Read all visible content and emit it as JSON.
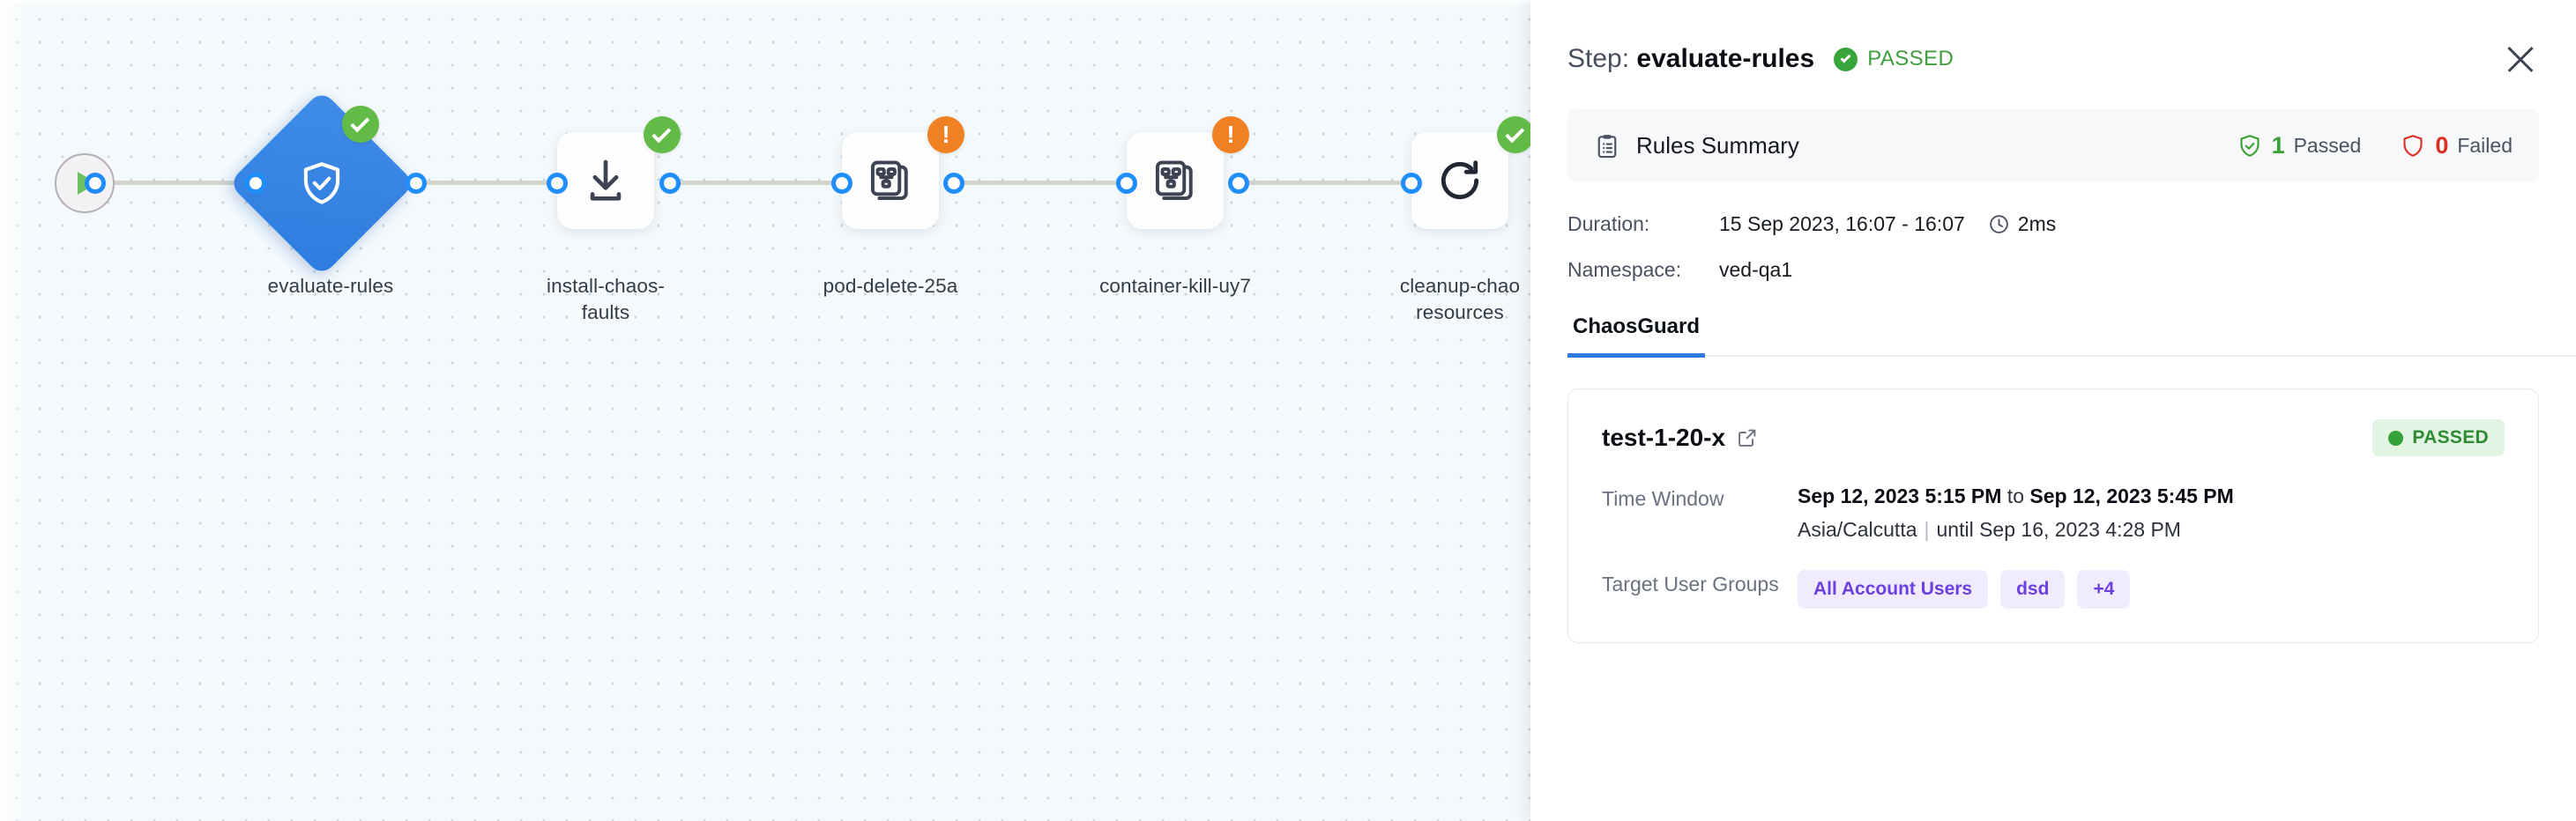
{
  "canvas": {
    "start_node": {
      "icon": "play-icon",
      "label": ""
    },
    "nodes": [
      {
        "id": "evaluate-rules",
        "label": "evaluate-rules",
        "shape": "diamond",
        "icon": "shield-check-icon",
        "status": "ok",
        "selected": true
      },
      {
        "id": "install-chaos-faults",
        "label": "install-chaos-\nfaults",
        "shape": "square",
        "icon": "download-icon",
        "status": "ok",
        "selected": false
      },
      {
        "id": "pod-delete-25a",
        "label": "pod-delete-25a",
        "shape": "square",
        "icon": "chaos-experiment-icon",
        "status": "warn",
        "selected": false
      },
      {
        "id": "container-kill-uy7",
        "label": "container-kill-uy7",
        "shape": "square",
        "icon": "chaos-experiment-icon",
        "status": "warn",
        "selected": false
      },
      {
        "id": "cleanup-chaos-resources",
        "label": "cleanup-chao\nresources",
        "shape": "square",
        "icon": "refresh-icon",
        "status": "ok",
        "selected": false
      }
    ]
  },
  "panel": {
    "title_lead": "Step:",
    "title_name": "evaluate-rules",
    "status": "PASSED",
    "close_label": "×",
    "rules_summary": {
      "title": "Rules Summary",
      "passed_count": "1",
      "passed_label": "Passed",
      "failed_count": "0",
      "failed_label": "Failed"
    },
    "meta": [
      {
        "key": "Duration:",
        "value": "15 Sep 2023, 16:07 - 16:07",
        "extra": "2ms"
      },
      {
        "key": "Namespace:",
        "value": "ved-qa1",
        "extra": ""
      }
    ],
    "tabs": [
      {
        "label": "ChaosGuard",
        "active": true
      }
    ],
    "card": {
      "title": "test-1-20-x",
      "badge": "PASSED",
      "rows": [
        {
          "key": "Time Window",
          "main_start": "Sep 12, 2023 5:15 PM",
          "main_sep": " to ",
          "main_end": "Sep 12, 2023 5:45 PM",
          "sub_zone": "Asia/Calcutta",
          "sub_until": "until Sep 16, 2023 4:28 PM"
        },
        {
          "key": "Target User Groups",
          "chips": [
            "All Account Users",
            "dsd",
            "+4"
          ]
        }
      ]
    }
  },
  "colors": {
    "accent_blue": "#2f7ce0",
    "pass_green": "#3ba135",
    "fail_red": "#d93025",
    "warn_orange": "#ef8024",
    "chip_purple": "#6b3fe0",
    "canvas_bg": "#f4f9fb"
  }
}
